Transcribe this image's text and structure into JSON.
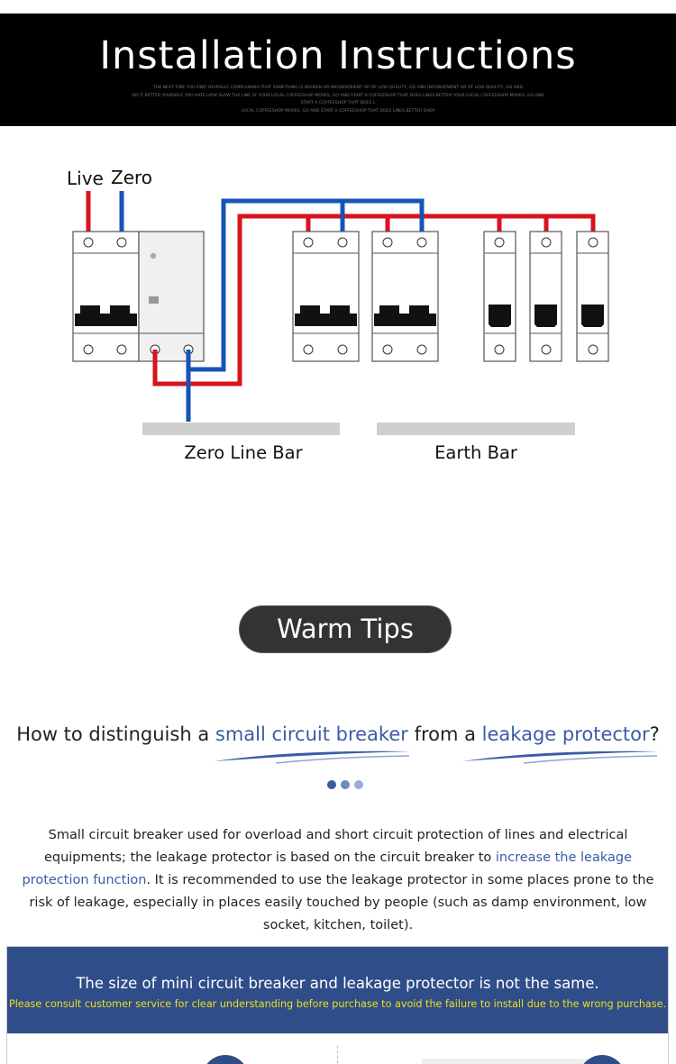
{
  "header": {
    "title": "Installation Instructions",
    "fine_print": [
      "THE NEXT TIME YOU FIND YOURSELF COMPLAINING THAT SOMETHING IS BROKEN OR INCONVENIENT OR OF LOW QUALITY, GO AND INCONVENIENT OR OF LOW QUALITY, GO AND",
      "DO IT BETTER YOURSELF YOU HATE HOW SLOW THE LINE AT YOUR LOCAL COFFEESHOP MOVES, GO AND START A COFFEESHOP THAT DOES LINES BETTER YOUR LOCAL COFFEESHOP MOVES, GO AND START A COFFEESHOP THAT DOES L",
      "LOCAL COFFEESHOP MOVES, GO AND START A COFFEESHOP THAT DOES LINES BETTER SHOP"
    ]
  },
  "diagram": {
    "labels": {
      "live": "Live",
      "zero": "Zero",
      "zero_line_bar": "Zero Line Bar",
      "earth_bar": "Earth Bar"
    },
    "colors": {
      "live": "#d9131d",
      "neutral": "#1655b5",
      "bar": "#cfcfcf"
    }
  },
  "tips": {
    "label": "Warm Tips"
  },
  "question": {
    "prefix": "How to distinguish a ",
    "term1": "small circuit breaker",
    "middle": " from a ",
    "term2": "leakage protector",
    "suffix": "?"
  },
  "dots_colors": [
    "#3c5ba6",
    "#6c88c6",
    "#97acd9"
  ],
  "body": {
    "part1": "Small circuit breaker used for overload and short circuit protection of lines and electrical equipments; the leakage protector is based on the circuit breaker to ",
    "highlight": "increase the leakage protection function",
    "part2": ". It is recommended to use the leakage protector in some places prone to the risk of leakage, especially in places easily touched by people (such as damp environment, low socket, kitchen, toilet)."
  },
  "panel": {
    "title": "The size of mini circuit breaker and leakage protector is not the same.",
    "subtitle": "Please consult customer service for clear understanding before purchase to avoid the failure to install due to the wrong purchase."
  },
  "colors": {
    "accent": "#3c5ba6",
    "panel_blue": "#2f4d89",
    "subtitle_yellow": "#f2df1a"
  }
}
